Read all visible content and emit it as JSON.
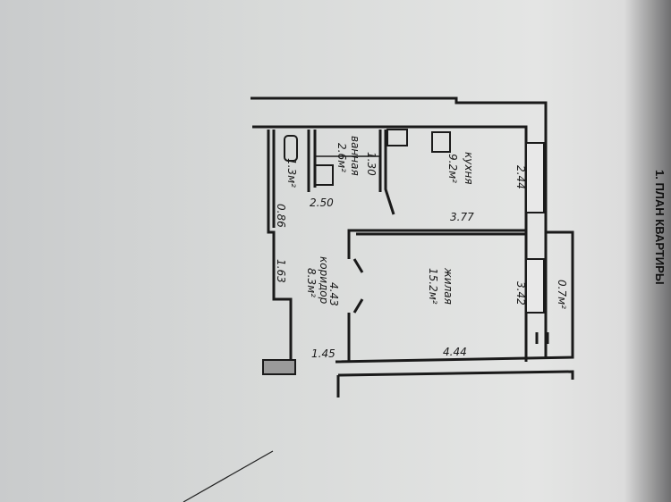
{
  "title": "1. ПЛАН КВАРТИРЫ",
  "rooms": [
    {
      "name": "кухня",
      "area": "9.2м²"
    },
    {
      "name": "ванная",
      "area": "2.6м²"
    },
    {
      "name": "",
      "area": "1.3м²"
    },
    {
      "name": "коридор",
      "area": "8.3м²"
    },
    {
      "name": "жилая",
      "area": "15.2м²"
    },
    {
      "name": "",
      "area": "0.7м²"
    }
  ],
  "dimensions": [
    "2.44",
    "3.77",
    "1.30",
    "2.50",
    "0.86",
    "1.63",
    "4.43",
    "1.45",
    "3.42",
    "4.44"
  ]
}
